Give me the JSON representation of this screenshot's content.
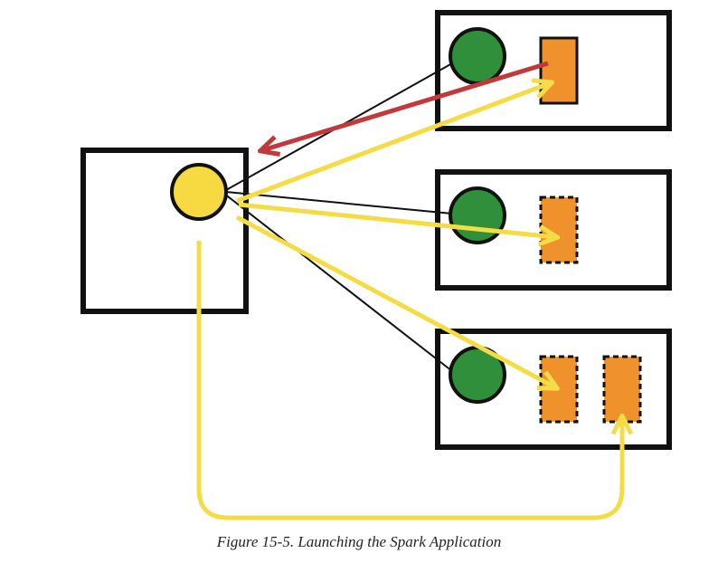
{
  "caption": "Figure 15-5. Launching the Spark Application",
  "colors": {
    "box_stroke": "#111111",
    "driver": "#f7d942",
    "worker_node": "#2f8f3a",
    "task": "#f0922c",
    "launch_arrow": "#f3dc45",
    "response_arrow": "#c0393b",
    "link": "#111111"
  },
  "icons": [
    "driver-node",
    "worker-node",
    "task"
  ]
}
